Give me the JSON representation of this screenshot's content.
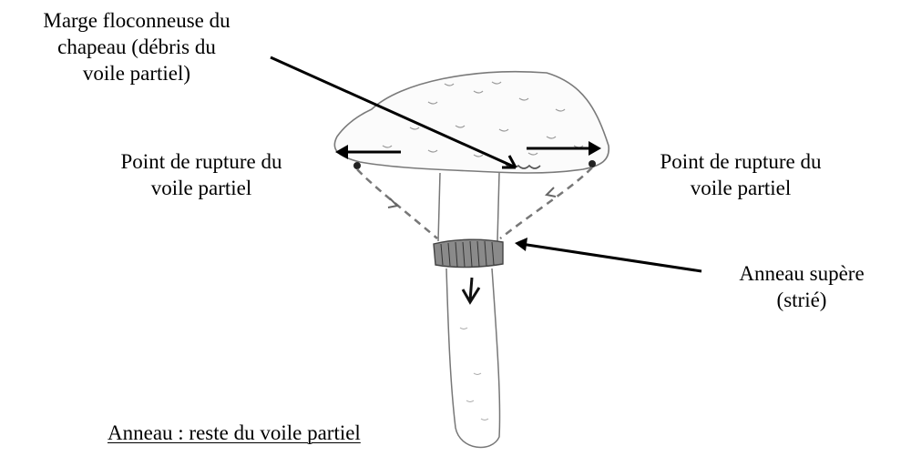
{
  "labels": {
    "cap_margin": [
      "Marge floconneuse du",
      "chapeau (débris du",
      "voile partiel)"
    ],
    "rupture_left": [
      "Point de rupture du",
      "voile partiel"
    ],
    "rupture_right": [
      "Point de rupture du",
      "voile partiel"
    ],
    "ring": [
      "Anneau supère",
      "(strié)"
    ],
    "caption": "Anneau : reste du voile partiel"
  }
}
